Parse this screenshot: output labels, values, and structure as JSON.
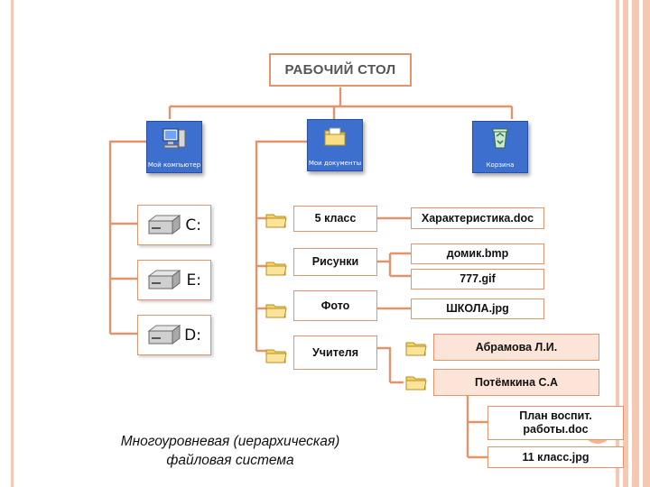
{
  "root": {
    "label": "РАБОЧИЙ СТОЛ"
  },
  "icons": {
    "my_computer": "Мой компьютер",
    "my_documents": "Мои документы",
    "recycle_bin": "Корзина"
  },
  "drives": [
    "C:",
    "E:",
    "D:"
  ],
  "folders": {
    "grade5": "5 класс",
    "pictures": "Рисунки",
    "photo": "Фото",
    "teachers": "Учителя"
  },
  "files": {
    "characteristic": "Характеристика.doc",
    "house": "домик.bmp",
    "gif777": "777.gif",
    "school": "ШКОЛА.jpg",
    "plan": "План воспит. работы.doc",
    "class11": "11 класс.jpg"
  },
  "teacher_folders": {
    "abramova": "Абрамова Л.И.",
    "potemkina": "Потёмкина С.А"
  },
  "caption": {
    "line1": "Многоуровневая (иерархическая)",
    "line2": "файловая система"
  },
  "colors": {
    "border": "#e3946a",
    "fill": "#fce5d8",
    "accent": "#f6c8b1",
    "icon_blue": "#3d6fcf",
    "folder": "#f5d36b"
  }
}
